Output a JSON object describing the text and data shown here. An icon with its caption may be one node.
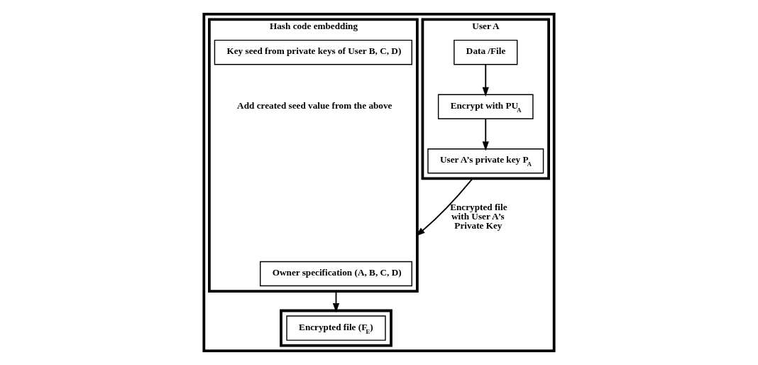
{
  "diagram": {
    "nodes": [
      {
        "text": [],
        "shape": "box"
      },
      {
        "text": [
          "User A"
        ],
        "in": 0
      },
      {
        "text": [
          "User A’s private key P$_{A}$"
        ],
        "in": 1
      },
      {
        "text": [
          "Encrypt with PU$_{A}$"
        ],
        "in": 1
      },
      {
        "text": [
          "Data /File"
        ],
        "in": 1
      },
      {
        "text": [
          "Hash code embedding",
          "Add created seed value from the above"
        ],
        "in": 0
      },
      {
        "text": [
          "Owner specification (A, B, C, D)"
        ],
        "in": 5
      },
      {
        "text": [
          "Key seed from private keys of User B, C, D)"
        ],
        "in": 5
      },
      {
        "text": [],
        "shape": "box",
        "in": 0
      },
      {
        "text": [
          "Encrypted file (F$_{E}$)"
        ],
        "in": 8
      }
    ],
    "edges": [
      {
        "from": 4,
        "to": 3,
        "arrow": "to"
      },
      {
        "from": 3,
        "to": 2,
        "arrow": "to"
      },
      {
        "from": 1,
        "to": 5,
        "arrow": "to",
        "label": "Encrypted file with User A’s Private Key"
      },
      {
        "from": 5,
        "to": 8,
        "arrow": "to"
      }
    ]
  }
}
